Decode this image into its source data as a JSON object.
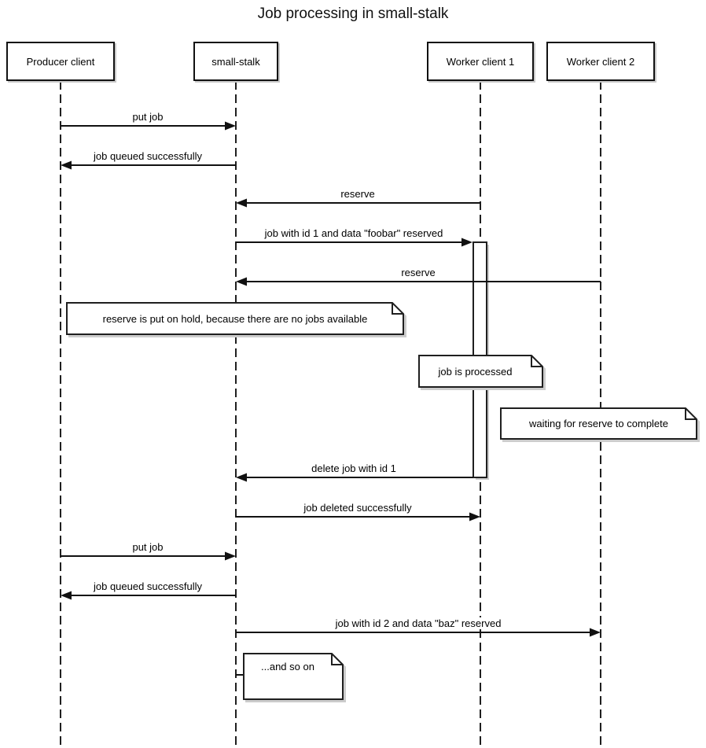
{
  "title": "Job processing in small-stalk",
  "colors": {
    "line": "#111111",
    "fill": "#ffffff",
    "shadow": "#cccccc",
    "text": "#000000"
  },
  "participants": [
    {
      "name": "Producer client"
    },
    {
      "name": "small-stalk"
    },
    {
      "name": "Worker client 1"
    },
    {
      "name": "Worker client 2"
    }
  ],
  "messages": [
    {
      "from": "Producer client",
      "to": "small-stalk",
      "label": "put job"
    },
    {
      "from": "small-stalk",
      "to": "Producer client",
      "label": "job queued successfully"
    },
    {
      "from": "Worker client 1",
      "to": "small-stalk",
      "label": "reserve"
    },
    {
      "from": "small-stalk",
      "to": "Worker client 1",
      "label": "job with id 1 and data \"foobar\" reserved"
    },
    {
      "from": "Worker client 2",
      "to": "small-stalk",
      "label": "reserve"
    },
    {
      "from": "Worker client 1",
      "to": "small-stalk",
      "label": "delete job with id 1"
    },
    {
      "from": "small-stalk",
      "to": "Worker client 1",
      "label": "job deleted successfully"
    },
    {
      "from": "Producer client",
      "to": "small-stalk",
      "label": "put job"
    },
    {
      "from": "small-stalk",
      "to": "Producer client",
      "label": "job queued successfully"
    },
    {
      "from": "small-stalk",
      "to": "Worker client 2",
      "label": "job with id 2 and data \"baz\" reserved"
    }
  ],
  "notes": [
    {
      "over": "small-stalk",
      "label": "reserve is put on hold, because there are no jobs available"
    },
    {
      "over": "Worker client 1",
      "label": "job is processed"
    },
    {
      "over": "Worker client 2",
      "label": "waiting for reserve to complete"
    },
    {
      "over": "small-stalk",
      "label": "...and so on"
    }
  ]
}
